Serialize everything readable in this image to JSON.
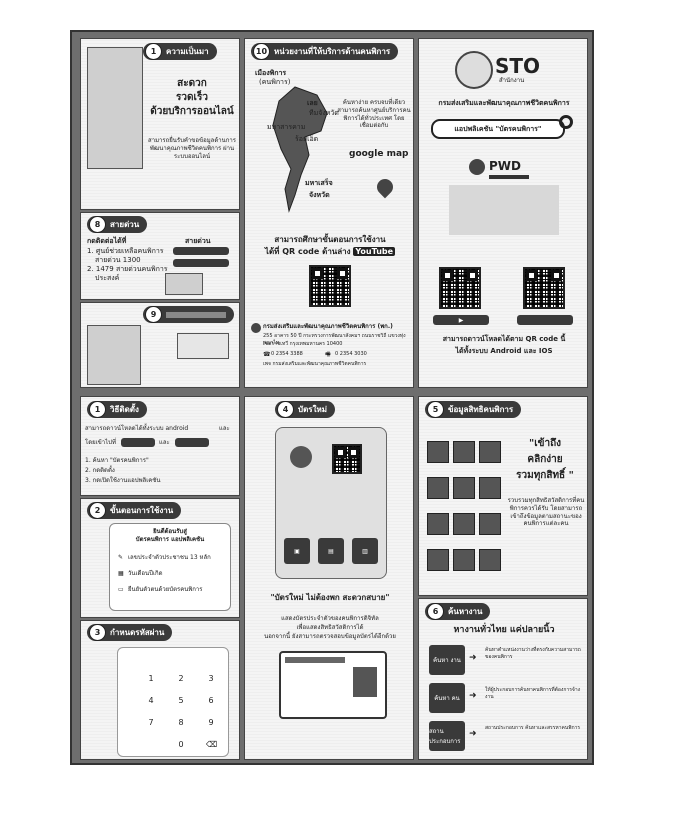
{
  "p1": {
    "num": "1",
    "pill": "ความเป็นมา",
    "line1": "สะดวก",
    "line2": "รวดเร็ว",
    "line3": "ด้วยบริการออนไลน์",
    "desc": "สามารถยื่นรับคำขอข้อมูลด้านการพัฒนาคุณภาพชีวิตคนพิการ ผ่านระบบออนไลน์"
  },
  "p8": {
    "num": "8",
    "pill": "สายด่วน",
    "head": "กดติดต่อได้ที่",
    "l1": "1. ศูนย์ช่วยเหลือคนพิการ",
    "l2": "สายด่วน 1300",
    "l3": "2. 1479 สายด่วนคนพิการ",
    "l4": "ประสงค์",
    "side": "สายด่วน"
  },
  "p9": {
    "num": "9"
  },
  "p10": {
    "num": "10",
    "pill": "หน่วยงานที่ให้บริการด้านคนพิการ",
    "m1": "เมืองพิการ",
    "m2": "(คนพิการ)",
    "m3": "เลย",
    "m4": "ทีมจังหวัด",
    "m5": "มหาสารคาม",
    "m6": "ร้อยเอ็ด",
    "m7": "มหาเสร็จ",
    "m8": "จังหวัด",
    "desc": "ค้นหาง่าย ครบจบที่เดียว สามารถค้นหาศูนย์บริการคนพิการได้ทั่วประเทศ โดยเชื่อมต่อกับ",
    "gmap": "google map",
    "qr_text1": "สามารถศึกษาขั้นตอนการใช้งาน",
    "qr_text2": "ได้ที่ QR code ด้านล่าง",
    "youtube": "YouTube",
    "org": "กรมส่งเสริมและพัฒนาคุณภาพชีวิตคนพิการ (พก.)",
    "addr1": "255 อาคาร 50 ปี กระทรวงการพัฒนาสังคมฯ ถนนราชวิถี แขวงทุ่งพญาไท",
    "addr2": "เขตราชเทวี กรุงเทพมหานคร 10400",
    "tel1": "0 2354 3388",
    "tel2": "0 2354 3030",
    "fb": "เพจ กรมส่งเสริมและพัฒนาคุณภาพชีวิตคนพิการ"
  },
  "p11": {
    "logo": "STO",
    "dept_small": "สำนักงาน",
    "dept": "กรมส่งเสริมและพัฒนาคุณภาพชีวิตคนพิการ",
    "search": "แอปพลิเคชัน \"บัตรคนพิการ\"",
    "pwd": "PWD",
    "dl1": "สามารถดาวน์โหลดได้ตาม QR code นี้",
    "dl2": "ได้ทั้งระบบ Android และ IOS"
  },
  "p12": {
    "num": "1",
    "pill": "วิธีติดตั้ง",
    "line1": "สามารถดาวน์โหลดได้ทั้งระบบ android",
    "line1b": "และ",
    "line2": "โดยเข้าไปที่",
    "line2b": "และ",
    "s1": "1. ค้นหา \"บัตรคนพิการ\"",
    "s2": "2. กดติดตั้ง",
    "s3": "3. กดเปิดใช้งานแอปพลิเคชัน"
  },
  "p13": {
    "num": "2",
    "pill": "ขั้นตอนการใช้งาน",
    "c1": "ยินดีต้อนรับสู่",
    "c2": "บัตรคนพิการ แอปพลิเคชัน",
    "c3": "เลขประจำตัวประชาชน 13 หลัก",
    "c4": "วันเดือนปีเกิด",
    "c5": "ยืนยันตัวตนด้วยบัตรคนพิการ"
  },
  "p14": {
    "num": "3",
    "pill": "กำหนดรหัสผ่าน",
    "keys": [
      "1",
      "2",
      "3",
      "4",
      "5",
      "6",
      "7",
      "8",
      "9",
      "0",
      "⌫"
    ]
  },
  "p15": {
    "pill": "บัตรใหม่",
    "slogan": "\"บัตรใหม่ ไม่ต้องพก สะดวกสบาย\"",
    "desc1": "แสดงบัตรประจำตัวของคนพิการดิจิทัล",
    "desc2": "เพื่อแสดงสิทธิสวัสดิการได้",
    "desc3": "นอกจากนี้ ยังสามารถตรวจสอบข้อมูลบัตรได้อีกด้วย"
  },
  "p16": {
    "num": "5",
    "pill": "ข้อมูลสิทธิคนพิการ",
    "q1": "\"เข้าถึง",
    "q2": "คลิกง่าย",
    "q3": "รวมทุกสิทธิ์ \"",
    "desc": "รวบรวมทุกสิทธิสวัสดิการที่คนพิการควรได้รับ โดยสามารถเข้าถึงข้อมูลตามสถานะของคนพิการแต่ละคน"
  },
  "p17": {
    "num": "6",
    "pill": "ค้นหางาน",
    "headline": "หางานทั่วไทย แค่ปลายนิ้ว",
    "b1": "ค้นหา งาน",
    "b2": "ค้นหา คน",
    "b3": "สถานประกอบการ",
    "d1": "ค้นหาตำแหน่งงานว่างที่ตรงกับความสามารถของคนพิการ",
    "d2": "ให้ผู้ประกอบการค้นหาคนพิการที่ต้องการจ้างงาน",
    "d3": "สถานประกอบการ ค้นหาและสรรหาคนพิการ"
  }
}
